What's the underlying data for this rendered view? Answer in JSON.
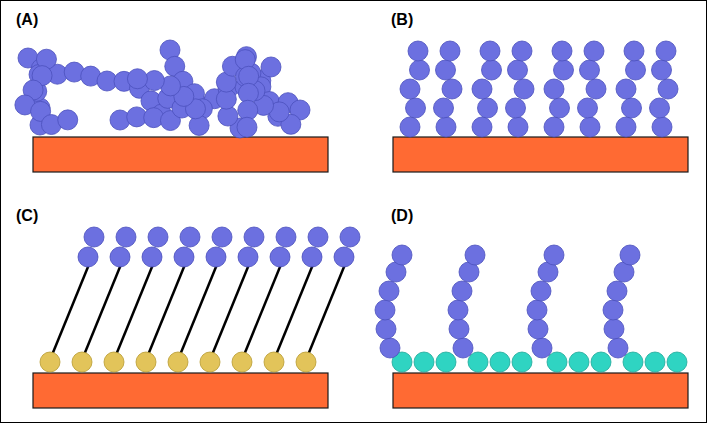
{
  "diagram": {
    "labels": [
      "(A)",
      "(B)",
      "(C)",
      "(D)"
    ]
  }
}
